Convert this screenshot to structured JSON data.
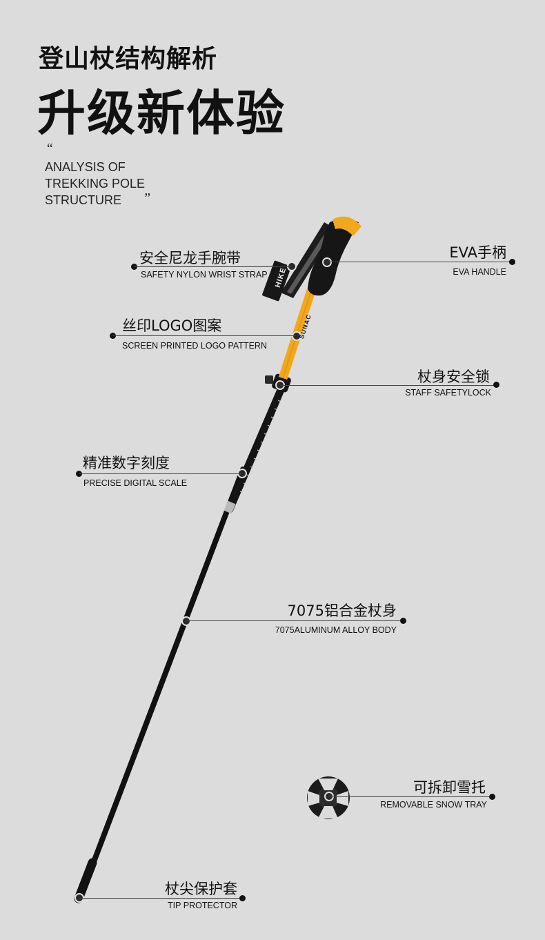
{
  "header": {
    "title_small": "登山杖结构解析",
    "title_big": "升级新体验",
    "open_quote": "“",
    "close_quote": "”",
    "subtitle_lines": [
      "ANALYSIS OF",
      "TREKKING POLE",
      "STRUCTURE"
    ]
  },
  "pole": {
    "logo_text": "HIKE",
    "shaft_text": "SUNAC",
    "accent_color": "#f2a81c",
    "shaft_color": "#111111"
  },
  "labels": {
    "wrist_strap": {
      "cn": "安全尼龙手腕带",
      "en": "SAFETY NYLON WRIST STRAP"
    },
    "eva_handle": {
      "cn": "EVA手柄",
      "en": "EVA HANDLE"
    },
    "logo_pattern": {
      "cn": "丝印LOGO图案",
      "en": "SCREEN PRINTED LOGO PATTERN"
    },
    "safety_lock": {
      "cn": "杖身安全锁",
      "en": "STAFF SAFETYLOCK"
    },
    "digital_scale": {
      "cn": "精准数字刻度",
      "en": "PRECISE DIGITAL SCALE"
    },
    "alloy_body": {
      "cn": "7075铝合金杖身",
      "en": "7075ALUMINUM ALLOY BODY"
    },
    "snow_tray": {
      "cn": "可拆卸雪托",
      "en": "REMOVABLE SNOW TRAY"
    },
    "tip_protector": {
      "cn": "杖尖保护套",
      "en": "TIP PROTECTOR"
    }
  }
}
